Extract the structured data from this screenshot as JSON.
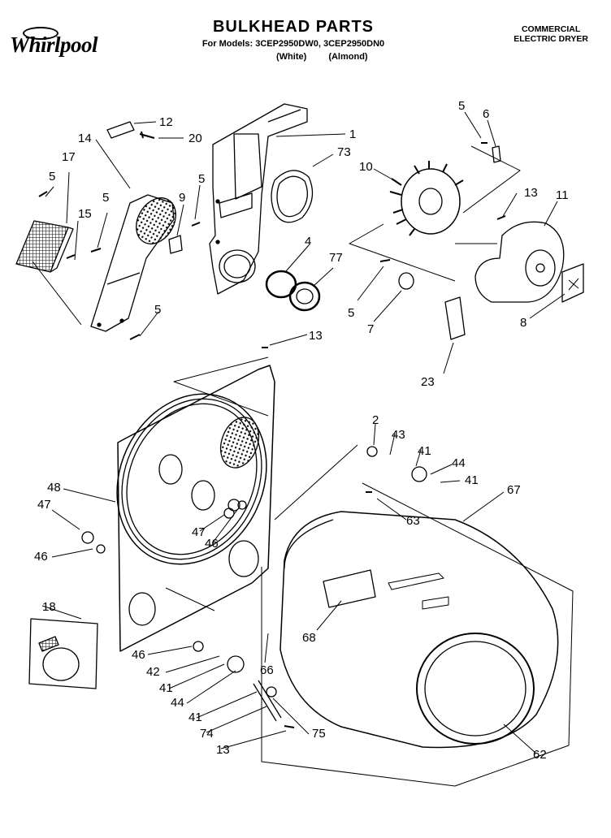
{
  "header": {
    "brand": "Whirlpool",
    "title": "BULKHEAD PARTS",
    "models": "For Models: 3CEP2950DW0, 3CEP2950DN0",
    "variant_white": "(White)",
    "variant_almond": "(Almond)",
    "dryer_type_line1": "COMMERCIAL",
    "dryer_type_line2": "ELECTRIC DRYER"
  },
  "callouts": {
    "c1": "1",
    "c73": "73",
    "c12": "12",
    "c20": "20",
    "c14": "14",
    "c17": "17",
    "c5a": "5",
    "c5b": "5",
    "c5c": "5",
    "c5d": "5",
    "c5e": "5",
    "c5f": "5",
    "c15": "15",
    "c9": "9",
    "c4": "4",
    "c77": "77",
    "c6": "6",
    "c10": "10",
    "c13a": "13",
    "c13b": "13",
    "c13c": "13",
    "c11": "11",
    "c7": "7",
    "c8": "8",
    "c23": "23",
    "c2": "2",
    "c43": "43",
    "c41a": "41",
    "c41b": "41",
    "c41c": "41",
    "c41d": "41",
    "c44a": "44",
    "c44b": "44",
    "c48": "48",
    "c47a": "47",
    "c47b": "47",
    "c46a": "46",
    "c46b": "46",
    "c46c": "46",
    "c67": "67",
    "c63": "63",
    "c68": "68",
    "c66": "66",
    "c18": "18",
    "c42": "42",
    "c74": "74",
    "c75": "75",
    "c62": "62"
  }
}
